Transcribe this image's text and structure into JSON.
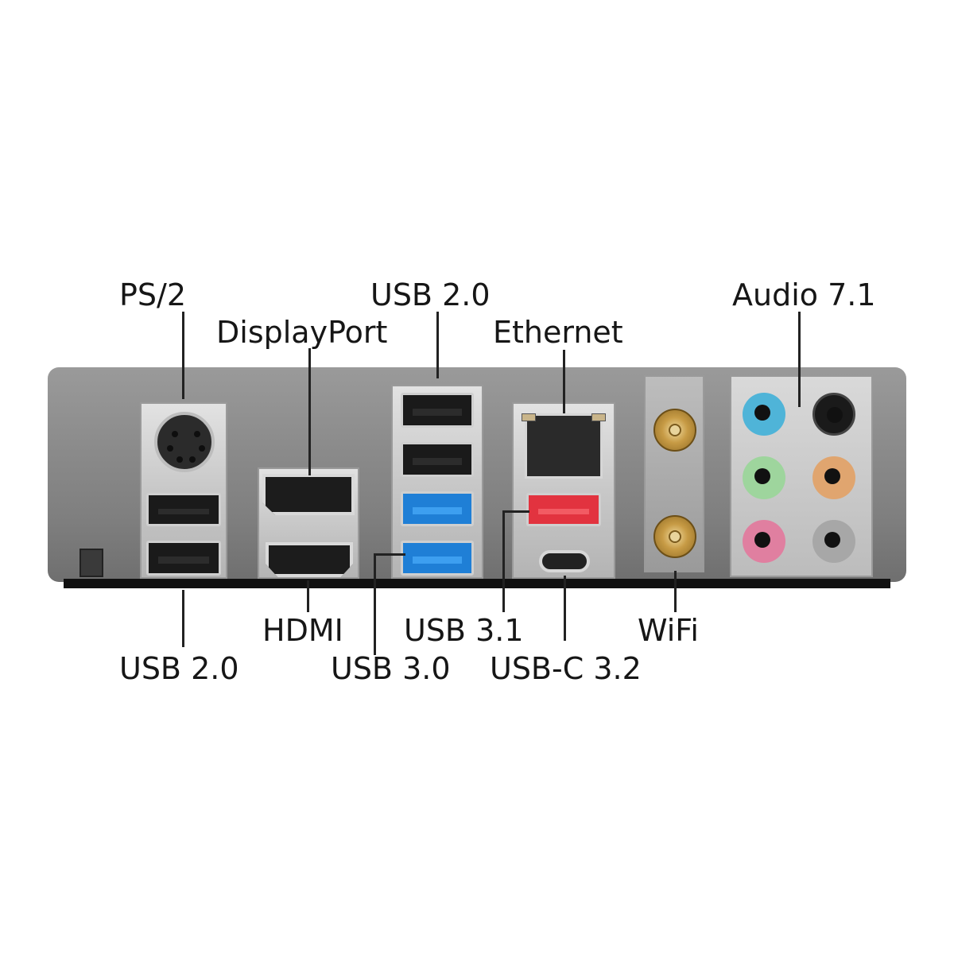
{
  "labels": {
    "ps2": "PS/2",
    "displayport": "DisplayPort",
    "usb20_top": "USB 2.0",
    "ethernet": "Ethernet",
    "audio": "Audio 7.1",
    "hdmi": "HDMI",
    "usb31": "USB 3.1",
    "wifi": "WiFi",
    "usb20_bottom": "USB 2.0",
    "usb30": "USB 3.0",
    "usbc32": "USB-C 3.2"
  },
  "colors": {
    "usb3_blue": "#1f7fd6",
    "usb31_red": "#e2333f",
    "antenna_gold": "#c79b45",
    "audio_blue": "#4fb4d8",
    "audio_black": "#1a1a1a",
    "audio_green": "#9ed59d",
    "audio_orange": "#e0a56f",
    "audio_pink": "#e07fa0",
    "audio_gray": "#a7a7a7"
  }
}
